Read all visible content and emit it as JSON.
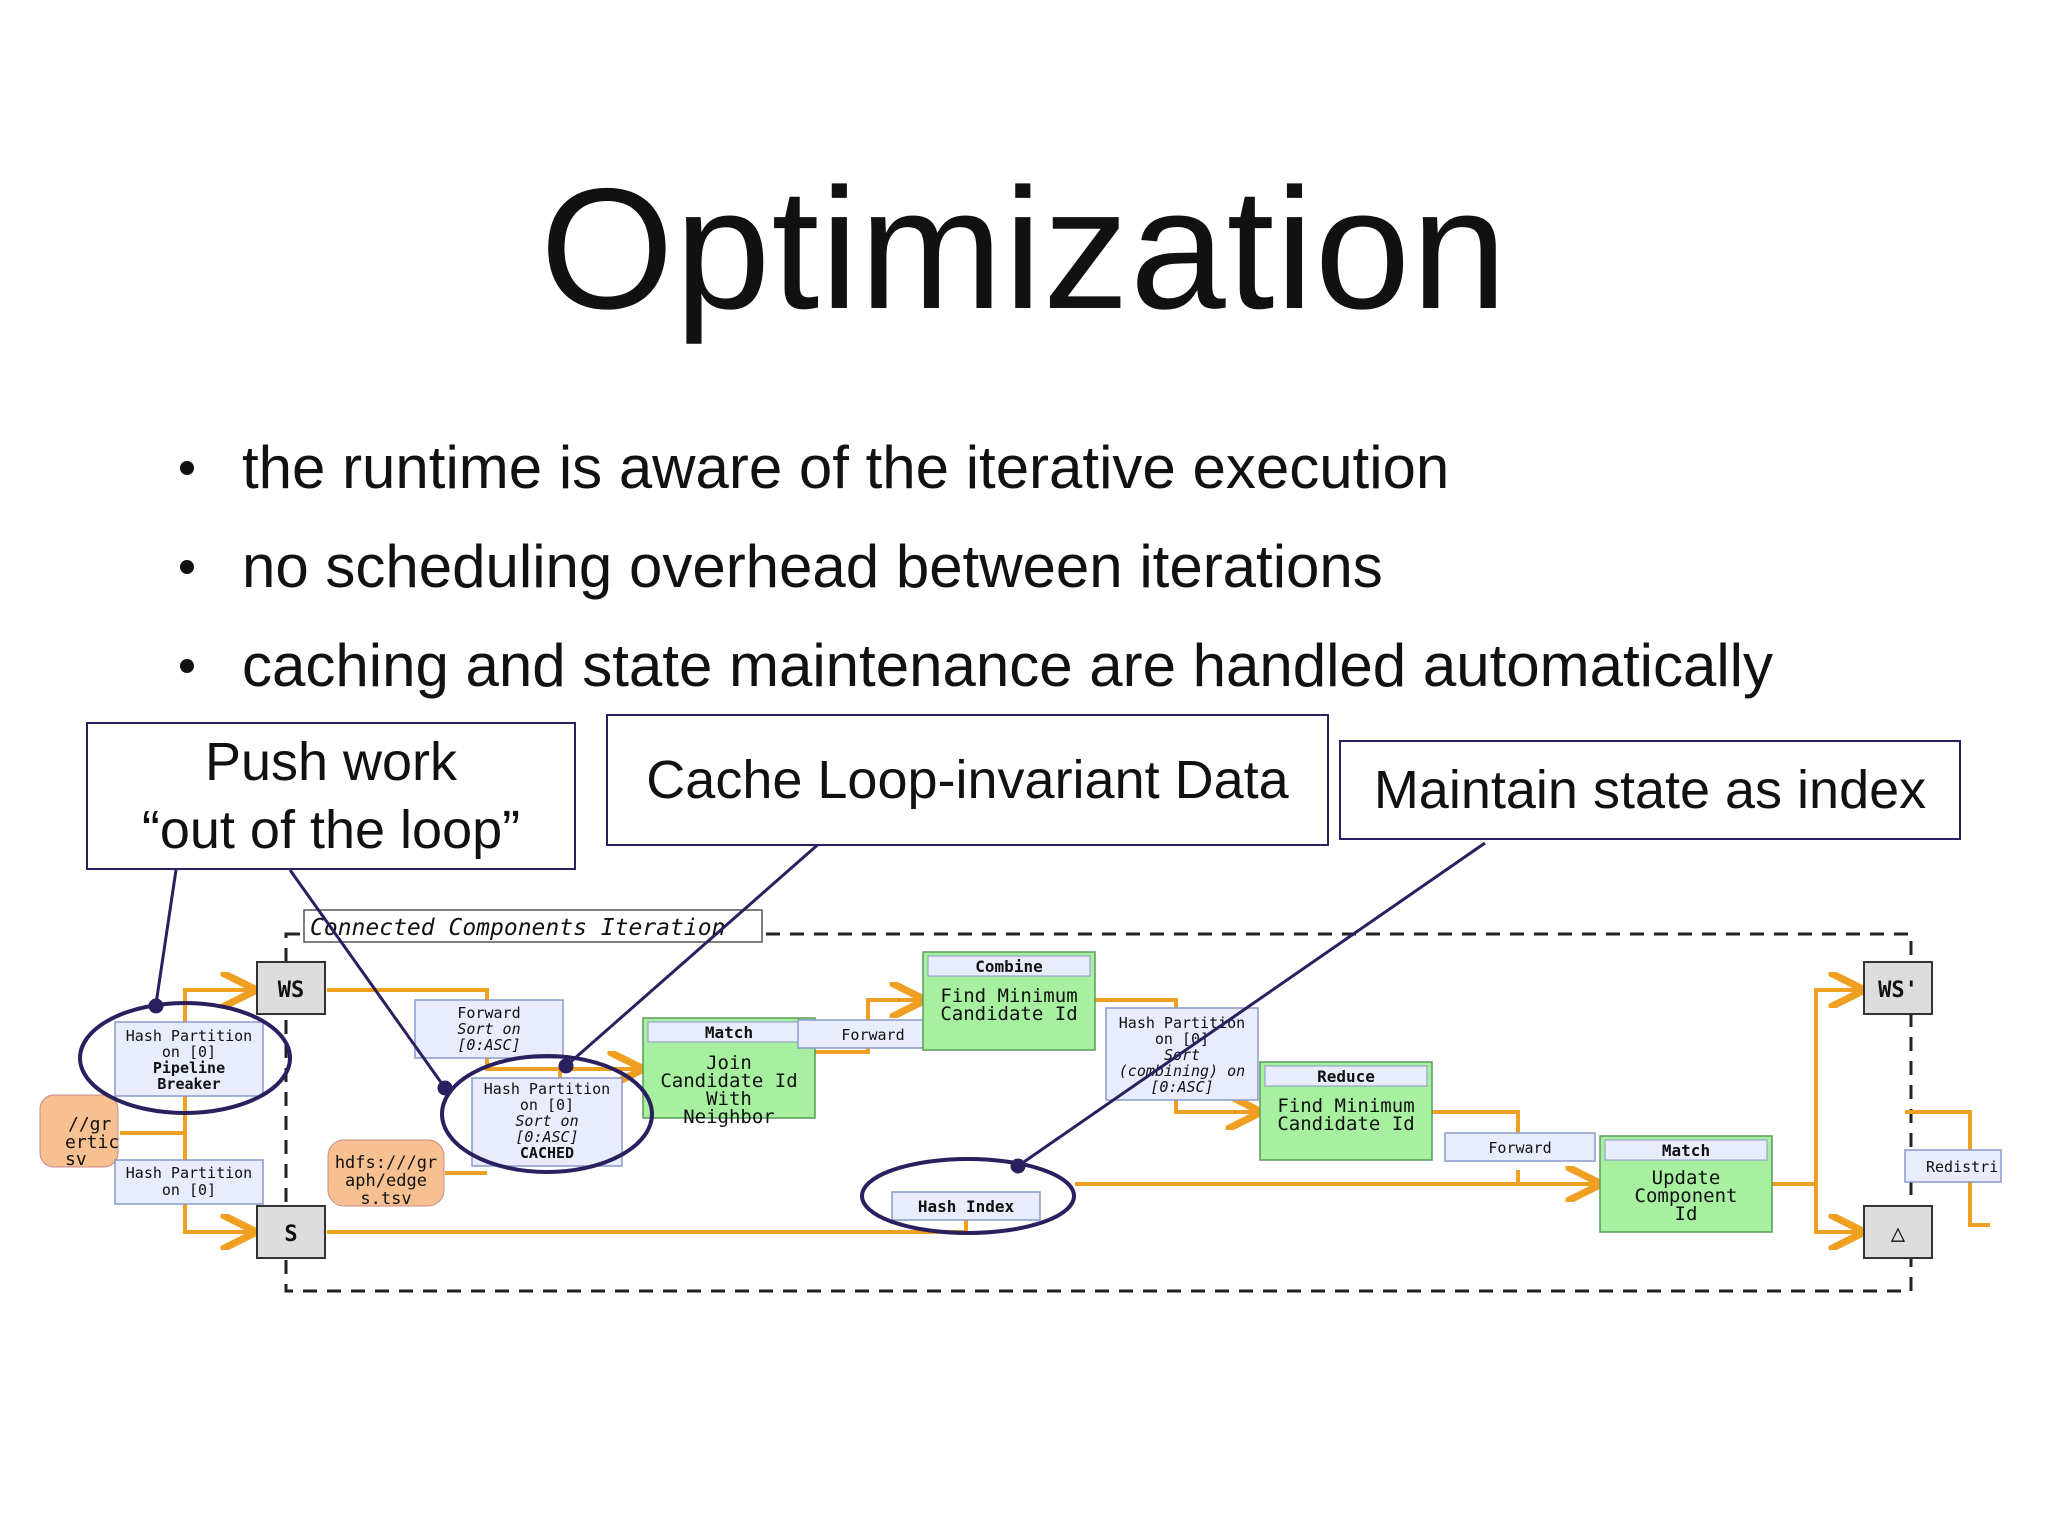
{
  "slide": {
    "title": "Optimization",
    "bullets": [
      "the runtime is aware of the iterative execution",
      "no scheduling overhead between iterations",
      "caching and state maintenance are handled automatically"
    ]
  },
  "callouts": {
    "push_line1": "Push work",
    "push_line2": "“out of the loop”",
    "cache": "Cache Loop-invariant Data",
    "state": "Maintain state as index"
  },
  "diagram": {
    "iteration_label": "Connected Components Iteration",
    "ws": "WS",
    "s": "S",
    "ws_prime": "WS'",
    "delta": "△",
    "src_left_l1": "//gr",
    "src_left_l2": "ertic",
    "src_left_l3": "sv",
    "hash_partition_top": {
      "l1": "Hash Partition",
      "l2": "on [0]",
      "l3": "Pipeline",
      "l4": "Breaker"
    },
    "hash_partition_bottom": {
      "l1": "Hash Partition",
      "l2": "on [0]"
    },
    "hdfs_src": {
      "l1": "hdfs:///gr",
      "l2": "aph/edge",
      "l3": "s.tsv"
    },
    "forward_sort": {
      "l1": "Forward",
      "l2": "Sort on",
      "l3": "[0:ASC]"
    },
    "hash_cached": {
      "l1": "Hash Partition",
      "l2": "on [0]",
      "l3": "Sort on",
      "l4": "[0:ASC]",
      "l5": "CACHED"
    },
    "match_join": {
      "header": "Match",
      "l1": "Join",
      "l2": "Candidate Id",
      "l3": "With",
      "l4": "Neighbor"
    },
    "forward_mid": "Forward",
    "combine": {
      "header": "Combine",
      "l1": "Find Minimum",
      "l2": "Candidate Id"
    },
    "hash_combining": {
      "l1": "Hash Partition",
      "l2": "on [0]",
      "l3": "Sort",
      "l4": "(combining) on",
      "l5": "[0:ASC]"
    },
    "reduce": {
      "header": "Reduce",
      "l1": "Find Minimum",
      "l2": "Candidate Id"
    },
    "forward_right": "Forward",
    "hash_index": "Hash Index",
    "match_update": {
      "header": "Match",
      "l1": "Update",
      "l2": "Component",
      "l3": "Id"
    },
    "redistri": "Redistri",
    "colors": {
      "edge": "#f0a020",
      "green_node": "#a6f0a0",
      "blue_node": "#e8ecfc",
      "source_node": "#f6c090",
      "circle": "#2a2060"
    }
  }
}
